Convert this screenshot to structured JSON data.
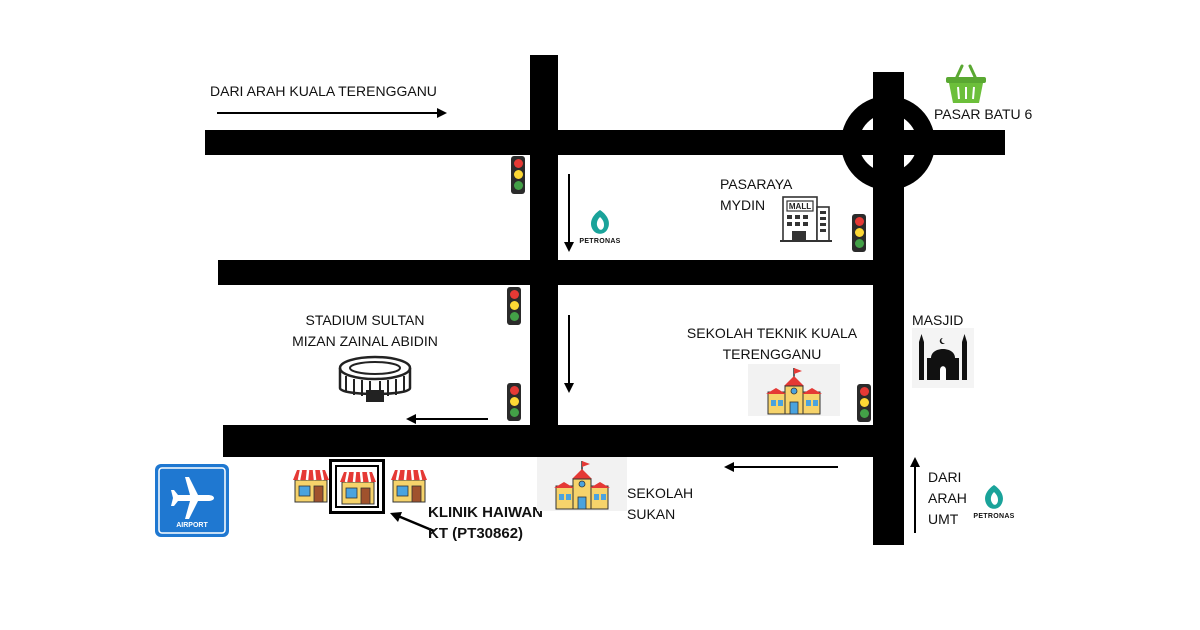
{
  "labels": {
    "from_kt": "DARI ARAH KUALA TERENGGANU",
    "pasar": "PASAR BATU 6",
    "mydin_1": "PASARAYA",
    "mydin_2": "MYDIN",
    "mall_sign": "MALL",
    "stadium_1": "STADIUM SULTAN",
    "stadium_2": "MIZAN ZAINAL ABIDIN",
    "sekolah_teknik_1": "SEKOLAH TEKNIK KUALA",
    "sekolah_teknik_2": "TERENGGANU",
    "masjid": "MASJID",
    "sekolah_sukan_1": "SEKOLAH",
    "sekolah_sukan_2": "SUKAN",
    "from_umt_1": "DARI",
    "from_umt_2": "ARAH",
    "from_umt_3": "UMT",
    "klinik_1": "KLINIK HAIWAN",
    "klinik_2": "KT (PT30862)",
    "airport": "AIRPORT",
    "petronas_top": "PETRONAS",
    "petronas_bottom": "PETRONAS"
  },
  "colors": {
    "road": "#000000",
    "airport_bg": "#1f78d1",
    "basket": "#6cbf3a",
    "petronas": "#1aa39a"
  }
}
